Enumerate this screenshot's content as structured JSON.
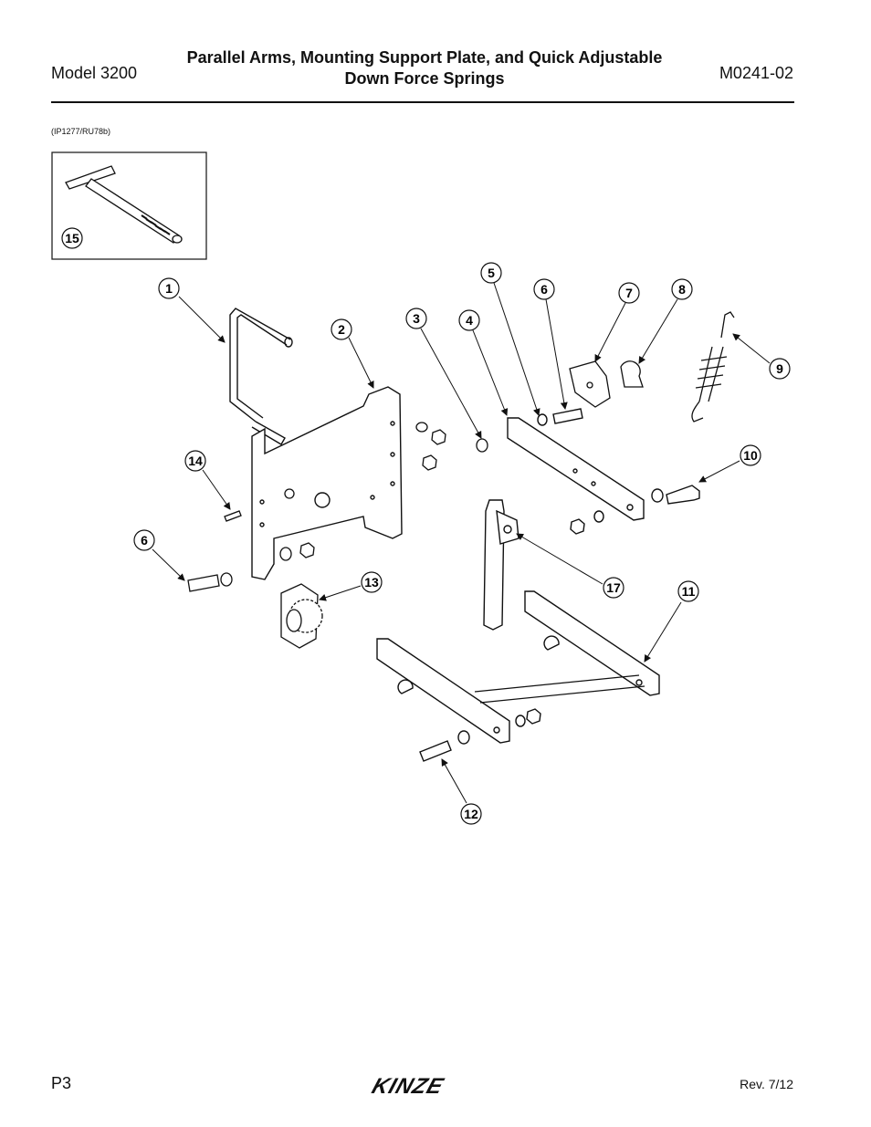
{
  "header": {
    "model": "Model 3200",
    "title_line1": "Parallel Arms, Mounting Support Plate, and Quick Adjustable",
    "title_line2": "Down Force Springs",
    "doc_number": "M0241-02"
  },
  "figure": {
    "reference": "(IP1277/RU78b)",
    "callouts": [
      "1",
      "2",
      "3",
      "4",
      "5",
      "6",
      "7",
      "8",
      "9",
      "10",
      "11",
      "12",
      "13",
      "14",
      "15",
      "6",
      "17"
    ]
  },
  "footer": {
    "page": "P3",
    "brand": "KINZE",
    "revision": "Rev. 7/12"
  }
}
